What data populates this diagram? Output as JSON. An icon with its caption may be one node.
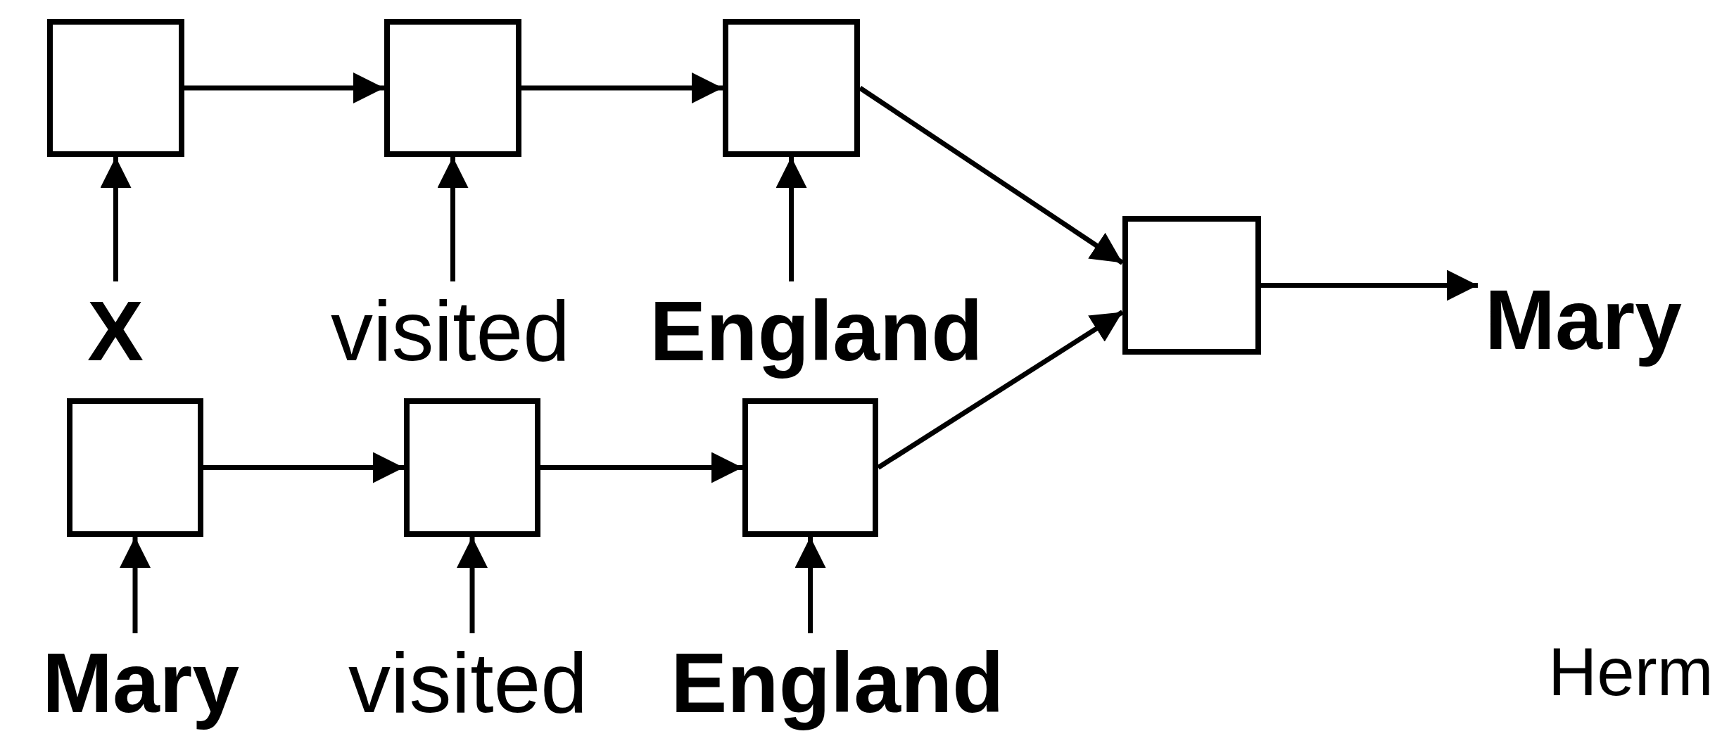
{
  "diagram": {
    "nodes": [
      {
        "text": [],
        "shape": "box"
      },
      {
        "text": [],
        "shape": "box"
      },
      {
        "text": [],
        "shape": "box"
      },
      {
        "text": [],
        "shape": "box"
      },
      {
        "text": [
          "Mary"
        ]
      },
      {
        "text": [
          "X"
        ]
      },
      {
        "text": [
          "visited"
        ]
      },
      {
        "text": [
          "England"
        ]
      },
      {
        "text": [],
        "shape": "box"
      },
      {
        "text": [],
        "shape": "box"
      },
      {
        "text": [],
        "shape": "box"
      },
      {
        "text": [
          "Mary"
        ]
      },
      {
        "text": [
          "visited"
        ]
      },
      {
        "text": [
          "England"
        ]
      }
    ],
    "edges": [
      {
        "from": 5,
        "to": 0,
        "arrow": "to"
      },
      {
        "from": 6,
        "to": 1,
        "arrow": "to"
      },
      {
        "from": 7,
        "to": 2,
        "arrow": "to"
      },
      {
        "from": 0,
        "to": 1,
        "arrow": "to"
      },
      {
        "from": 1,
        "to": 2,
        "arrow": "to"
      },
      {
        "from": 2,
        "to": 3,
        "arrow": "to"
      },
      {
        "from": 11,
        "to": 8,
        "arrow": "to"
      },
      {
        "from": 12,
        "to": 9,
        "arrow": "to"
      },
      {
        "from": 13,
        "to": 10,
        "arrow": "to"
      },
      {
        "from": 8,
        "to": 9,
        "arrow": "to"
      },
      {
        "from": 9,
        "to": 10,
        "arrow": "to"
      },
      {
        "from": 10,
        "to": 3,
        "arrow": "to"
      },
      {
        "from": 3,
        "to": 4,
        "arrow": "to"
      }
    ],
    "labels": [
      "Herm"
    ]
  }
}
